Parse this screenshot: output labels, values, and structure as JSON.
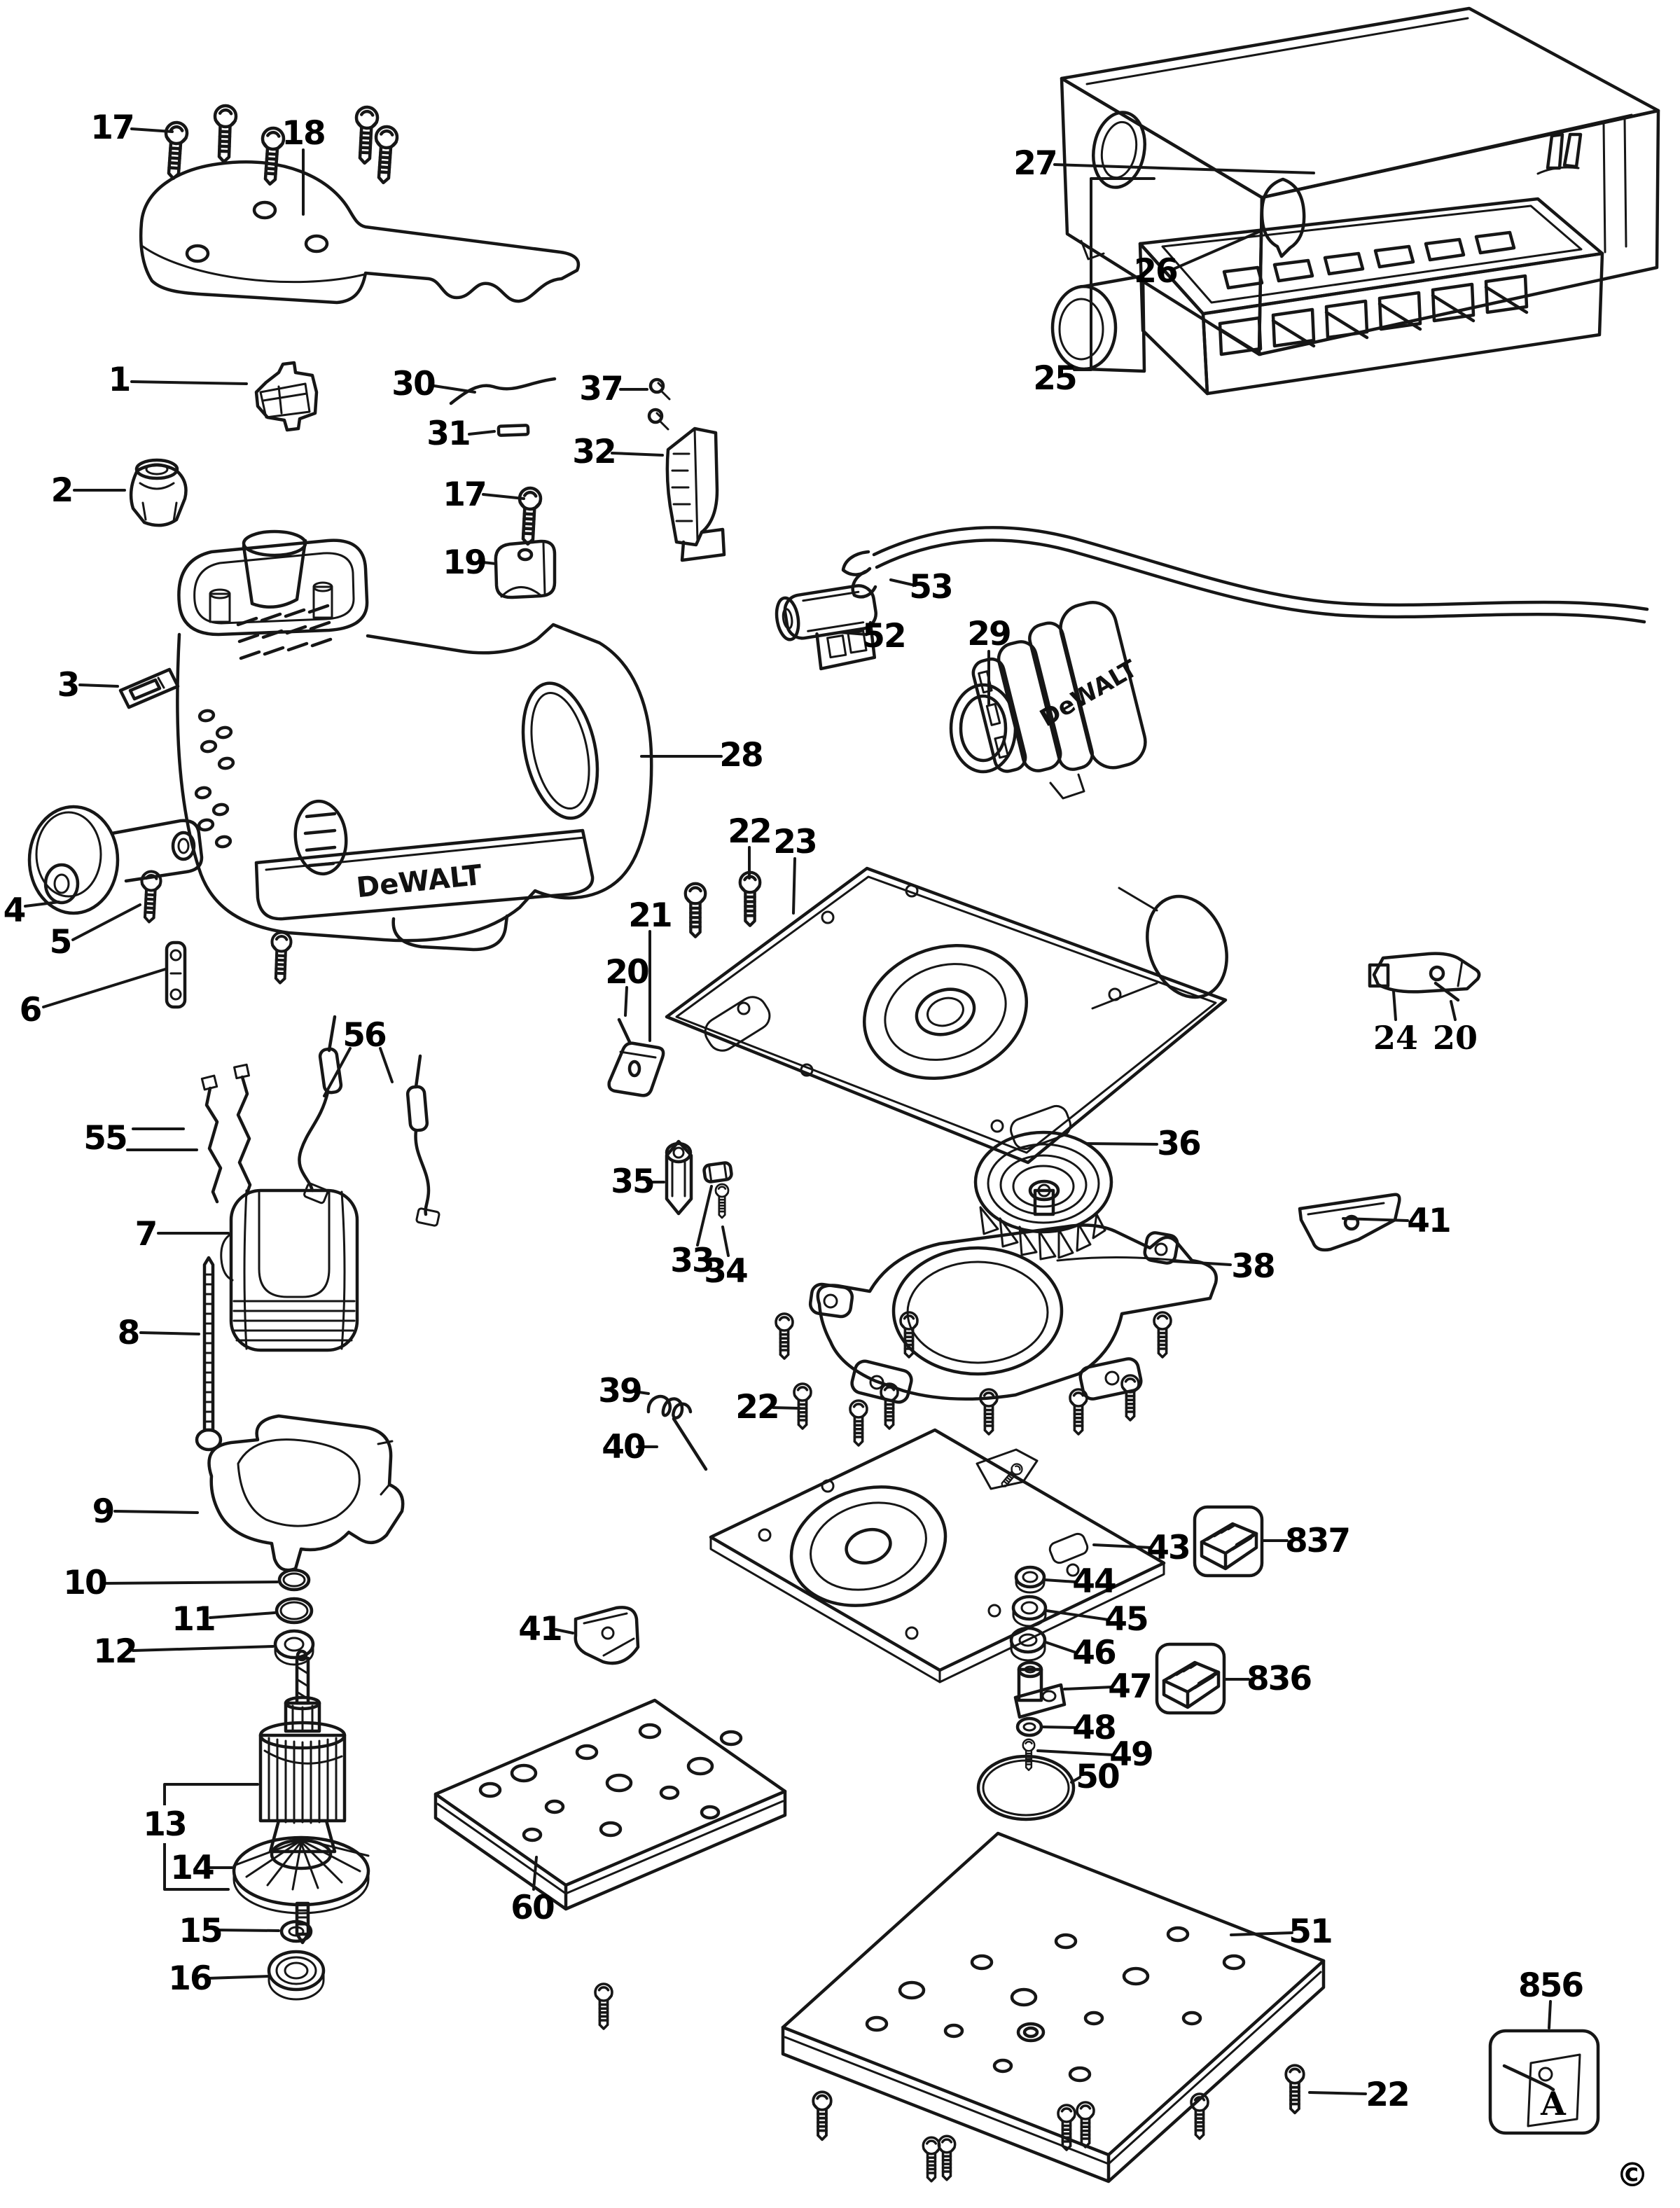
{
  "diagram": {
    "brand": {
      "body_logo": "DeWALT",
      "adapter_logo": "DeWALT",
      "sheet_letter": "A",
      "copyright": "©"
    },
    "callouts": [
      {
        "ref": "17-top",
        "label": "17"
      },
      {
        "ref": "18",
        "label": "18"
      },
      {
        "ref": "1",
        "label": "1"
      },
      {
        "ref": "30",
        "label": "30"
      },
      {
        "ref": "31",
        "label": "31"
      },
      {
        "ref": "37",
        "label": "37"
      },
      {
        "ref": "32",
        "label": "32"
      },
      {
        "ref": "17-mid",
        "label": "17"
      },
      {
        "ref": "19",
        "label": "19"
      },
      {
        "ref": "2",
        "label": "2"
      },
      {
        "ref": "3",
        "label": "3"
      },
      {
        "ref": "53",
        "label": "53"
      },
      {
        "ref": "52",
        "label": "52"
      },
      {
        "ref": "29",
        "label": "29"
      },
      {
        "ref": "28",
        "label": "28"
      },
      {
        "ref": "4",
        "label": "4"
      },
      {
        "ref": "5",
        "label": "5"
      },
      {
        "ref": "6",
        "label": "6"
      },
      {
        "ref": "22-plate",
        "label": "22"
      },
      {
        "ref": "23",
        "label": "23"
      },
      {
        "ref": "21",
        "label": "21"
      },
      {
        "ref": "20-left",
        "label": "20"
      },
      {
        "ref": "24",
        "label": "24"
      },
      {
        "ref": "20-right",
        "label": "20"
      },
      {
        "ref": "35",
        "label": "35"
      },
      {
        "ref": "33",
        "label": "33"
      },
      {
        "ref": "34",
        "label": "34"
      },
      {
        "ref": "36",
        "label": "36"
      },
      {
        "ref": "38",
        "label": "38"
      },
      {
        "ref": "39",
        "label": "39"
      },
      {
        "ref": "40",
        "label": "40"
      },
      {
        "ref": "22-housing",
        "label": "22"
      },
      {
        "ref": "41-right",
        "label": "41"
      },
      {
        "ref": "9",
        "label": "9"
      },
      {
        "ref": "10",
        "label": "10"
      },
      {
        "ref": "11",
        "label": "11"
      },
      {
        "ref": "12",
        "label": "12"
      },
      {
        "ref": "43",
        "label": "43"
      },
      {
        "ref": "837",
        "label": "837"
      },
      {
        "ref": "44",
        "label": "44"
      },
      {
        "ref": "45",
        "label": "45"
      },
      {
        "ref": "46",
        "label": "46"
      },
      {
        "ref": "47",
        "label": "47"
      },
      {
        "ref": "836",
        "label": "836"
      },
      {
        "ref": "48",
        "label": "48"
      },
      {
        "ref": "49",
        "label": "49"
      },
      {
        "ref": "50",
        "label": "50"
      },
      {
        "ref": "41-left",
        "label": "41"
      },
      {
        "ref": "60",
        "label": "60"
      },
      {
        "ref": "51",
        "label": "51"
      },
      {
        "ref": "856",
        "label": "856"
      },
      {
        "ref": "22-bottom",
        "label": "22"
      },
      {
        "ref": "55",
        "label": "55"
      },
      {
        "ref": "56",
        "label": "56"
      },
      {
        "ref": "7",
        "label": "7"
      },
      {
        "ref": "8",
        "label": "8"
      },
      {
        "ref": "13",
        "label": "13"
      },
      {
        "ref": "14",
        "label": "14"
      },
      {
        "ref": "15",
        "label": "15"
      },
      {
        "ref": "16",
        "label": "16"
      },
      {
        "ref": "27",
        "label": "27"
      },
      {
        "ref": "26",
        "label": "26"
      },
      {
        "ref": "25",
        "label": "25"
      }
    ]
  }
}
